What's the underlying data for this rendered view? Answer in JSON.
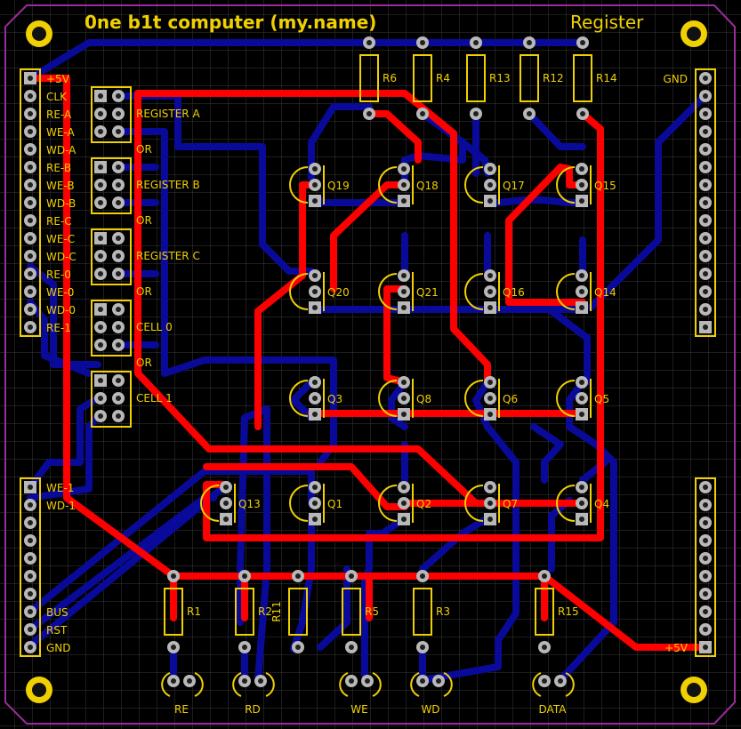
{
  "title": "0ne b1t computer (my.name)",
  "subtitle": "Register",
  "colors": {
    "board": "#000000",
    "grid": "#3a3a3a",
    "outline": "#9b2c9b",
    "top_copper": "#ff0000",
    "bottom_copper": "#0a0a9a",
    "silk": "#f0d000",
    "pad_ring": "#b8b8b8",
    "pad_hole": "#202020"
  },
  "left_header_labels": [
    "+5V",
    "CLK",
    "RE-A",
    "WE-A",
    "WD-A",
    "RE-B",
    "WE-B",
    "WD-B",
    "RE-C",
    "WE-C",
    "WD-C",
    "RE-0",
    "WE-0",
    "WD-0",
    "RE-1"
  ],
  "left_lower_header_labels": [
    "WE-1",
    "WD-1",
    "",
    "",
    "",
    "",
    "",
    "BUS",
    "RST",
    "GND"
  ],
  "right_top_label": "GND",
  "right_bottom_label": "+5V",
  "register_labels": [
    "REGISTER A",
    "OR",
    "REGISTER B",
    "OR",
    "REGISTER C",
    "OR",
    "CELL 0",
    "OR",
    "CELL 1"
  ],
  "top_resistors": [
    "R6",
    "R4",
    "R13",
    "R12",
    "R14"
  ],
  "bottom_resistors": [
    "R1",
    "R2",
    "R11",
    "R5",
    "R3",
    "R15"
  ],
  "transistors": [
    "Q19",
    "Q18",
    "Q17",
    "Q15",
    "Q20",
    "Q21",
    "Q16",
    "Q14",
    "Q3",
    "Q8",
    "Q6",
    "Q5",
    "Q13",
    "Q1",
    "Q2",
    "Q7",
    "Q4"
  ],
  "leds": [
    "RE",
    "RD",
    "WE",
    "WD",
    "DATA"
  ]
}
